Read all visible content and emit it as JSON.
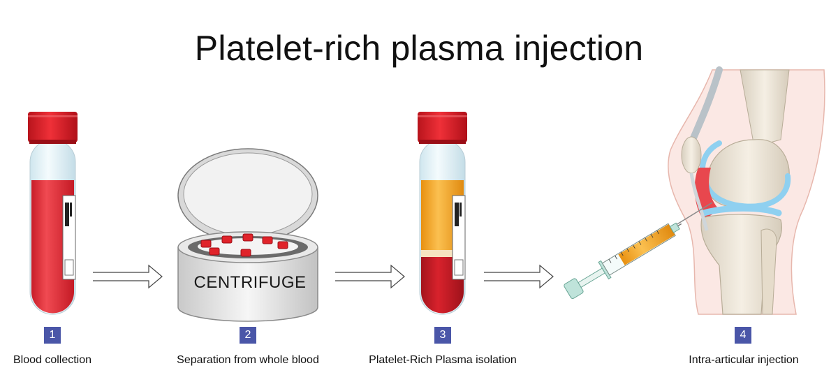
{
  "title": "Platelet-rich plasma injection",
  "steps": [
    {
      "number": "1",
      "label": "Blood collection"
    },
    {
      "number": "2",
      "label": "Separation from whole blood"
    },
    {
      "number": "3",
      "label": "Platelet-Rich Plasma isolation"
    },
    {
      "number": "4",
      "label": "Intra-articular injection"
    }
  ],
  "centrifuge_label": "CENTRIFUGE",
  "colors": {
    "badge": "#4a56a8",
    "cap": "#e0232a",
    "blood": "#e0303a",
    "plasma": "#f0a020",
    "cartilage": "#8fd0f0",
    "bone": "#ece4d6"
  },
  "icons": [
    "blood-tube-icon",
    "centrifuge-icon",
    "prp-tube-icon",
    "knee-joint-icon",
    "syringe-icon",
    "arrow-right-icon"
  ]
}
